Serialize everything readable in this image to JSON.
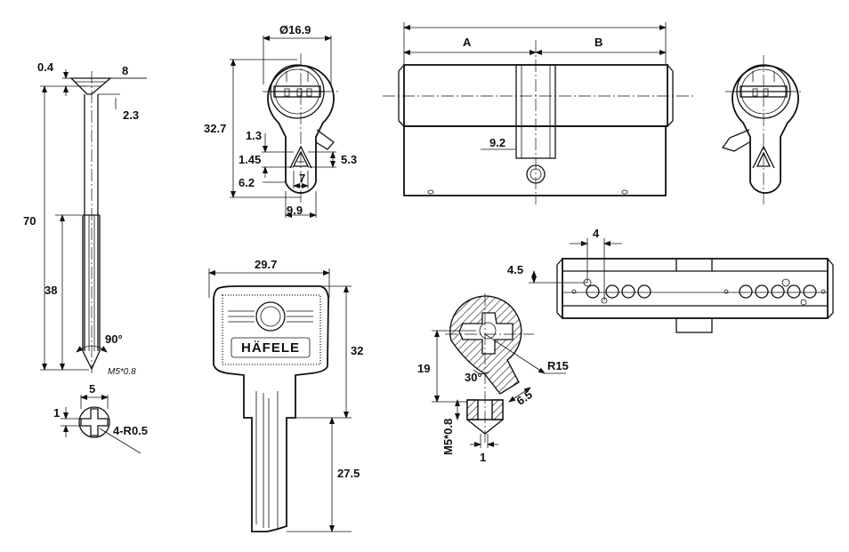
{
  "screw": {
    "dim_head_depth": "0.4",
    "dim_head_dia": "8",
    "dim_cone": "2.3",
    "dim_length": "70",
    "dim_shank": "38",
    "dim_angle": "90°",
    "dim_thread": "M5*0.8",
    "dim_slot_width": "5",
    "dim_slot_thick": "1",
    "dim_radius": "4-R0.5"
  },
  "profile": {
    "dim_dia": "Ø16.9",
    "dim_height": "32.7",
    "dim_a": "1.3",
    "dim_b": "1.45",
    "dim_c": "6.2",
    "dim_d": "5.3",
    "dim_e": "7",
    "dim_width": "9.9"
  },
  "cylinder": {
    "dim_a": "A",
    "dim_b": "B",
    "dim_cam": "9.2"
  },
  "key": {
    "brand": "HÄFELE",
    "dim_width": "29.7",
    "dim_head": "32",
    "dim_blade": "27.5"
  },
  "pins": {
    "dim_pitch": "4",
    "dim_offset": "4.5"
  },
  "section": {
    "dim_height": "19",
    "dim_radius": "R15",
    "dim_angle": "30°",
    "dim_cam": "6.5",
    "dim_thread": "M5*0.8",
    "dim_gap": "1"
  }
}
